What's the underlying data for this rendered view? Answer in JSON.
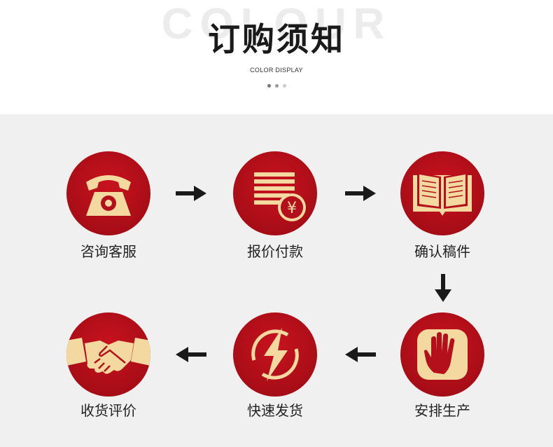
{
  "header": {
    "bg_word": "COLOUR",
    "title": "订购须知",
    "subtitle": "COLOR DISPLAY",
    "dots": [
      "#777777",
      "#999999",
      "#cccccc"
    ]
  },
  "colors": {
    "circle": "#b3101b",
    "icon_gold": "#f3d9a0",
    "arrow": "#1a1a1a",
    "panel_bg": "#f0f0f0"
  },
  "steps": [
    {
      "label": "咨询客服",
      "icon": "telephone-icon"
    },
    {
      "label": "报价付款",
      "icon": "invoice-yen-icon"
    },
    {
      "label": "确认稿件",
      "icon": "open-book-icon"
    },
    {
      "label": "安排生产",
      "icon": "hand-palm-icon"
    },
    {
      "label": "快速发货",
      "icon": "lightning-icon"
    },
    {
      "label": "收货评价",
      "icon": "handshake-icon"
    }
  ]
}
